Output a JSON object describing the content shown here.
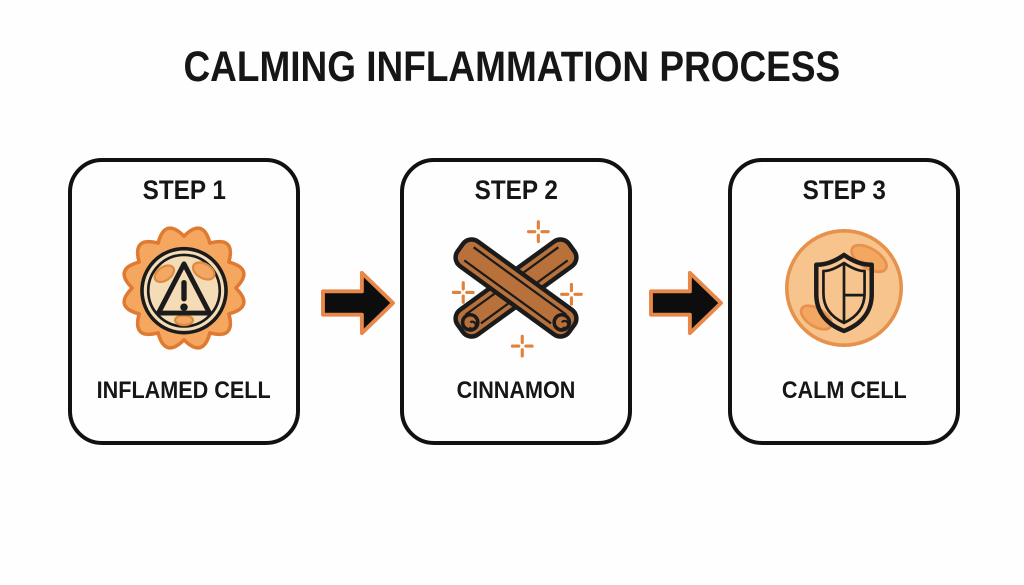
{
  "title": "CALMING INFLAMMATION PROCESS",
  "steps": [
    {
      "step_label": "STEP 1",
      "caption": "INFLAMED CELL",
      "icon": "inflamed-cell-icon"
    },
    {
      "step_label": "STEP 2",
      "caption": "CINNAMON",
      "icon": "cinnamon-sticks-icon"
    },
    {
      "step_label": "STEP 3",
      "caption": "CALM CELL",
      "icon": "calm-cell-icon"
    }
  ],
  "connectors": [
    {
      "icon": "arrow-right-icon",
      "direction": "right"
    },
    {
      "icon": "arrow-right-icon",
      "direction": "right"
    }
  ],
  "palette": {
    "ink": "#161616",
    "card_border": "#111111",
    "background": "#fefefe",
    "flame_fill": "#f5a75f",
    "flame_outline": "#de7a31",
    "cell_cream": "#f4dcb6",
    "organelle_fill": "#f2a763",
    "organelle_outline": "#dd8b41",
    "cinnamon_brown": "#b9713c",
    "sparkle_orange": "#e0813c",
    "calm_cell_fill": "#f7c48d",
    "calm_cell_outline": "#e6914c",
    "arrow_fill": "#0d0d0d",
    "arrow_outline": "#e8874a"
  }
}
